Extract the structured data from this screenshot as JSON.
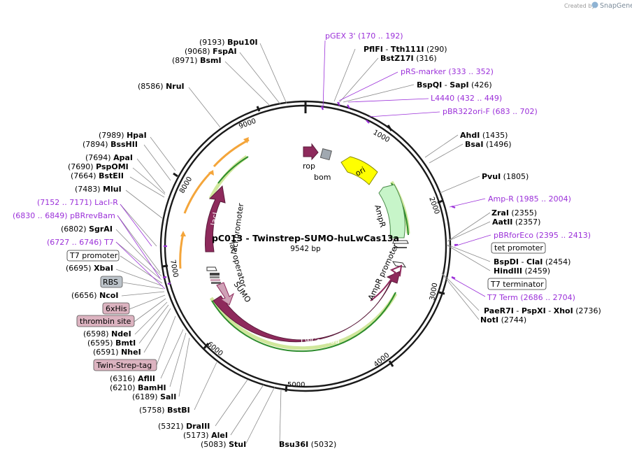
{
  "credit": {
    "created_by": "Created by",
    "brand": "SnapGene"
  },
  "plasmid": {
    "name": "pC013 - Twinstrep-SUMO-huLwCas13a",
    "size": "9542 bp"
  },
  "ticks": {
    "t1000": "1000",
    "t2000": "2000",
    "t3000": "3000",
    "t4000": "4000",
    "t5000": "5000",
    "t6000": "6000",
    "t7000": "7000",
    "t8000": "8000",
    "t9000": "9000"
  },
  "labels": {
    "bpu10i": {
      "pos": "(9193)",
      "name": "Bpu10I"
    },
    "fspai": {
      "pos": "(9068)",
      "name": "FspAI"
    },
    "bsmi": {
      "pos": "(8971)",
      "name": "BsmI"
    },
    "nrui": {
      "pos": "(8586)",
      "name": "NruI"
    },
    "hpai": {
      "pos": "(7989)",
      "name": "HpaI"
    },
    "bsshii": {
      "pos": "(7894)",
      "name": "BssHII"
    },
    "apai": {
      "pos": "(7694)",
      "name": "ApaI"
    },
    "pspomi": {
      "pos": "(7690)",
      "name": "PspOMI"
    },
    "bsteii": {
      "pos": "(7664)",
      "name": "BstEII"
    },
    "mlui": {
      "pos": "(7483)",
      "name": "MluI"
    },
    "laci_r": {
      "name": "LacI-R",
      "pos": "(7152 .. 7171)"
    },
    "pbrrevbam": {
      "pos": "(6830 .. 6849)",
      "name": "pBRrevBam"
    },
    "sgrai": {
      "pos": "(6802)",
      "name": "SgrAI"
    },
    "t7_primer": {
      "pos": "(6727 .. 6746)",
      "name": "T7"
    },
    "t7_promoter_box": "T7 promoter",
    "xbai": {
      "pos": "(6695)",
      "name": "XbaI"
    },
    "rbs_box": "RBS",
    "ncoi": {
      "pos": "(6656)",
      "name": "NcoI"
    },
    "his_box": "6xHis",
    "thrombin_box": "thrombin site",
    "ndei": {
      "pos": "(6598)",
      "name": "NdeI"
    },
    "bmti": {
      "pos": "(6595)",
      "name": "BmtI"
    },
    "nhei": {
      "pos": "(6591)",
      "name": "NheI"
    },
    "twinstrep_box": "Twin-Strep-tag",
    "aflii": {
      "pos": "(6316)",
      "name": "AflII"
    },
    "bamhi": {
      "pos": "(6210)",
      "name": "BamHI"
    },
    "sali": {
      "pos": "(6189)",
      "name": "SalI"
    },
    "bstbi": {
      "pos": "(5758)",
      "name": "BstBI"
    },
    "draiii": {
      "pos": "(5321)",
      "name": "DraIII"
    },
    "alei": {
      "pos": "(5173)",
      "name": "AleI"
    },
    "stui": {
      "pos": "(5083)",
      "name": "StuI"
    },
    "bsu36i": {
      "name": "Bsu36I",
      "pos": "(5032)"
    },
    "pgex3": {
      "name": "pGEX 3'",
      "pos": "(170 .. 192)"
    },
    "pflfi": {
      "name": "PflFI",
      "sep": "-",
      "name2": "Tth111I",
      "pos": "(290)"
    },
    "bstz17i": {
      "name": "BstZ17I",
      "pos": "(316)"
    },
    "prs_marker": {
      "name": "pRS-marker",
      "pos": "(333 .. 352)"
    },
    "bspqi": {
      "name": "BspQI",
      "sep": "-",
      "name2": "SapI",
      "pos": "(426)"
    },
    "l4440": {
      "name": "L4440",
      "pos": "(432 .. 449)"
    },
    "pbr322ori": {
      "name": "pBR322ori-F",
      "pos": "(683 .. 702)"
    },
    "ahdi": {
      "name": "AhdI",
      "pos": "(1435)"
    },
    "bsai": {
      "name": "BsaI",
      "pos": "(1496)"
    },
    "pvui": {
      "name": "PvuI",
      "pos": "(1805)"
    },
    "amp_r": {
      "name": "Amp-R",
      "pos": "(1985 .. 2004)"
    },
    "zrai": {
      "name": "ZraI",
      "pos": "(2355)"
    },
    "aatii": {
      "name": "AatII",
      "pos": "(2357)"
    },
    "pbrforeco": {
      "name": "pBRforEco",
      "pos": "(2395 .. 2413)"
    },
    "tet_box": "tet promoter",
    "bspdi": {
      "name": "BspDI",
      "sep": "-",
      "name2": "ClaI",
      "pos": "(2454)"
    },
    "hindiii": {
      "name": "HindIII",
      "pos": "(2459)"
    },
    "t7term_box": "T7 terminator",
    "t7_term": {
      "name": "T7 Term",
      "pos": "(2686 .. 2704)"
    },
    "paer7i": {
      "name": "PaeR7I",
      "sep": "-",
      "name2": "PspXI",
      "sep2": "-",
      "name3": "XhoI",
      "pos": "(2736)"
    },
    "noti": {
      "name": "NotI",
      "pos": "(2744)"
    }
  },
  "features": {
    "rop": "rop",
    "bom": "bom",
    "ori": "ori",
    "ampr": "AmpR",
    "ampr_promoter": "AmpR promoter",
    "laci": "lacI",
    "laci_promoter": "lacI promoter",
    "lac_operator": "lac operator",
    "sumo": "SUMO",
    "lwcas13a": "LwCas13a"
  },
  "colors": {
    "ring": "#1a1a1a",
    "primer": "#9b30d9",
    "maroon": "#8e2a5c",
    "orf_green": "#a9d44a",
    "orange": "#f4a53a",
    "ori_yellow": "#ffff00",
    "ampr_fill": "#c7f5c9",
    "box_pink": "#dcb3c0",
    "box_gray": "#bcc3c9"
  }
}
